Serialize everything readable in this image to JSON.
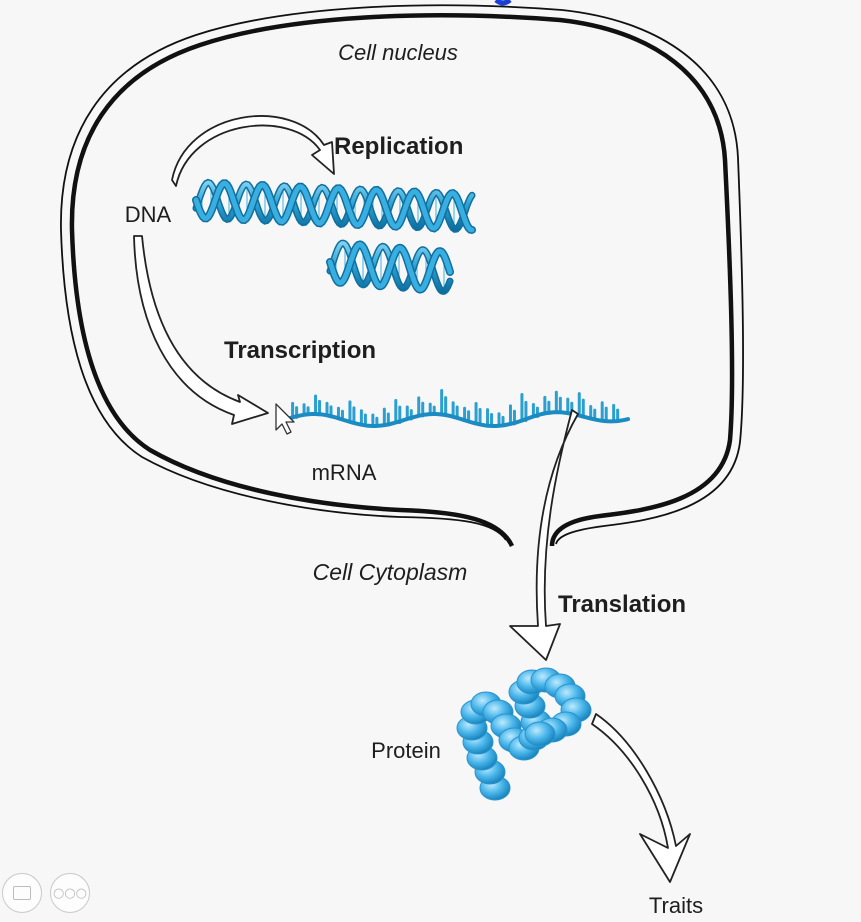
{
  "header_color": "#1b3fd6",
  "diagram": {
    "nucleus_label": "Cell nucleus",
    "cytoplasm_label": "Cell Cytoplasm",
    "dna_label": "DNA",
    "replication_label": "Replication",
    "transcription_label": "Transcription",
    "mrna_label": "mRNA",
    "translation_label": "Translation",
    "protein_label": "Protein",
    "traits_label": "Traits",
    "helix_color": "#2a9fd0",
    "protein_color": "#4ab6ea"
  },
  "controls": {
    "slides_icon": "slides-icon",
    "more_icon": "more-options-icon"
  }
}
